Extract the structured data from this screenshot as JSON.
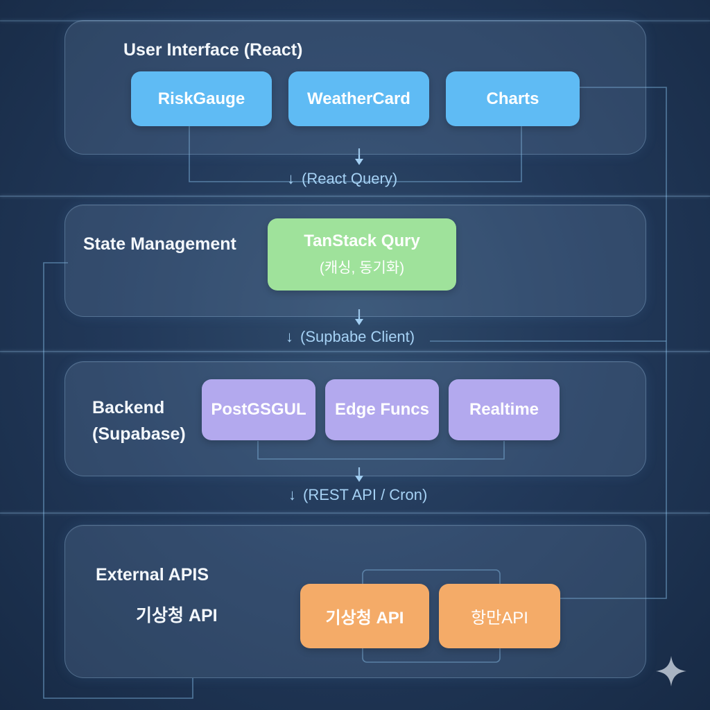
{
  "layers": {
    "ui": {
      "title": "User Interface (React)",
      "boxes": [
        "RiskGauge",
        "WeatherCard",
        "Charts"
      ]
    },
    "state": {
      "title": "State Management",
      "box_title": "TanStack Qury",
      "box_sub": "(캐싱, 동기화)"
    },
    "backend": {
      "title_line1": "Backend",
      "title_line2": "(Supabase)",
      "boxes": [
        "PostGSGUL",
        "Edge Funcs",
        "Realtime"
      ]
    },
    "external": {
      "title": "External APIS",
      "side_label": "기상청 API",
      "boxes": [
        "기상청 API",
        "항만API"
      ]
    }
  },
  "edges": {
    "ui_to_state": "(React Query)",
    "state_to_backend": "(Supbabe Client)",
    "backend_to_external": "(REST API / Cron)",
    "arrow": "↓"
  },
  "colors": {
    "ui_box": "#5fbbf4",
    "state_box": "#9fe29b",
    "backend_box": "#b3a9ee",
    "external_box": "#f4ab68",
    "connector": "#7fb6e0"
  },
  "icons": {
    "sparkle": "sparkle-icon"
  }
}
